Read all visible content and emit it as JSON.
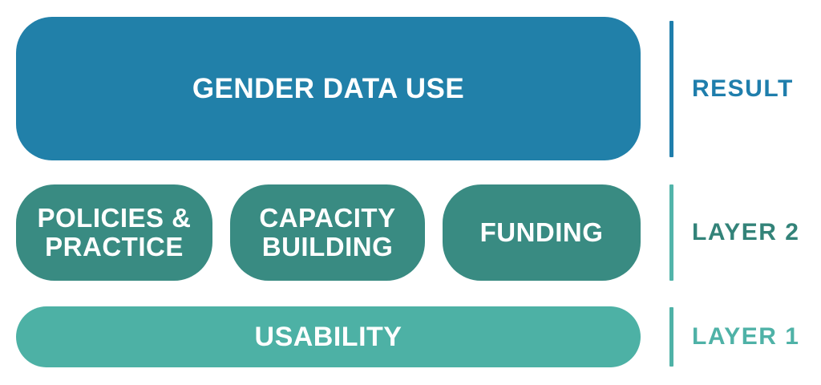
{
  "diagram": {
    "rows": {
      "result": {
        "box_label": "GENDER DATA USE",
        "tag_label": "RESULT"
      },
      "layer2": {
        "boxes": [
          {
            "label": "POLICIES & PRACTICE"
          },
          {
            "label": "CAPACITY BUILDING"
          },
          {
            "label": "FUNDING"
          }
        ],
        "tag_label": "LAYER 2"
      },
      "layer1": {
        "box_label": "USABILITY",
        "tag_label": "LAYER 1"
      }
    },
    "colors": {
      "result_box_blue": "#2180A9",
      "result_tag_blue": "#1F7EAC",
      "layer2_box_teal": "#398B82",
      "layer2_tag_text_teal": "#338379",
      "layer2_tag_line_teal": "#52B4AA",
      "layer1_box_teal": "#4DB1A5",
      "layer1_tag_teal": "#4FB2A7",
      "box_text": "#FFFFFF",
      "background": "#FFFFFF"
    }
  }
}
